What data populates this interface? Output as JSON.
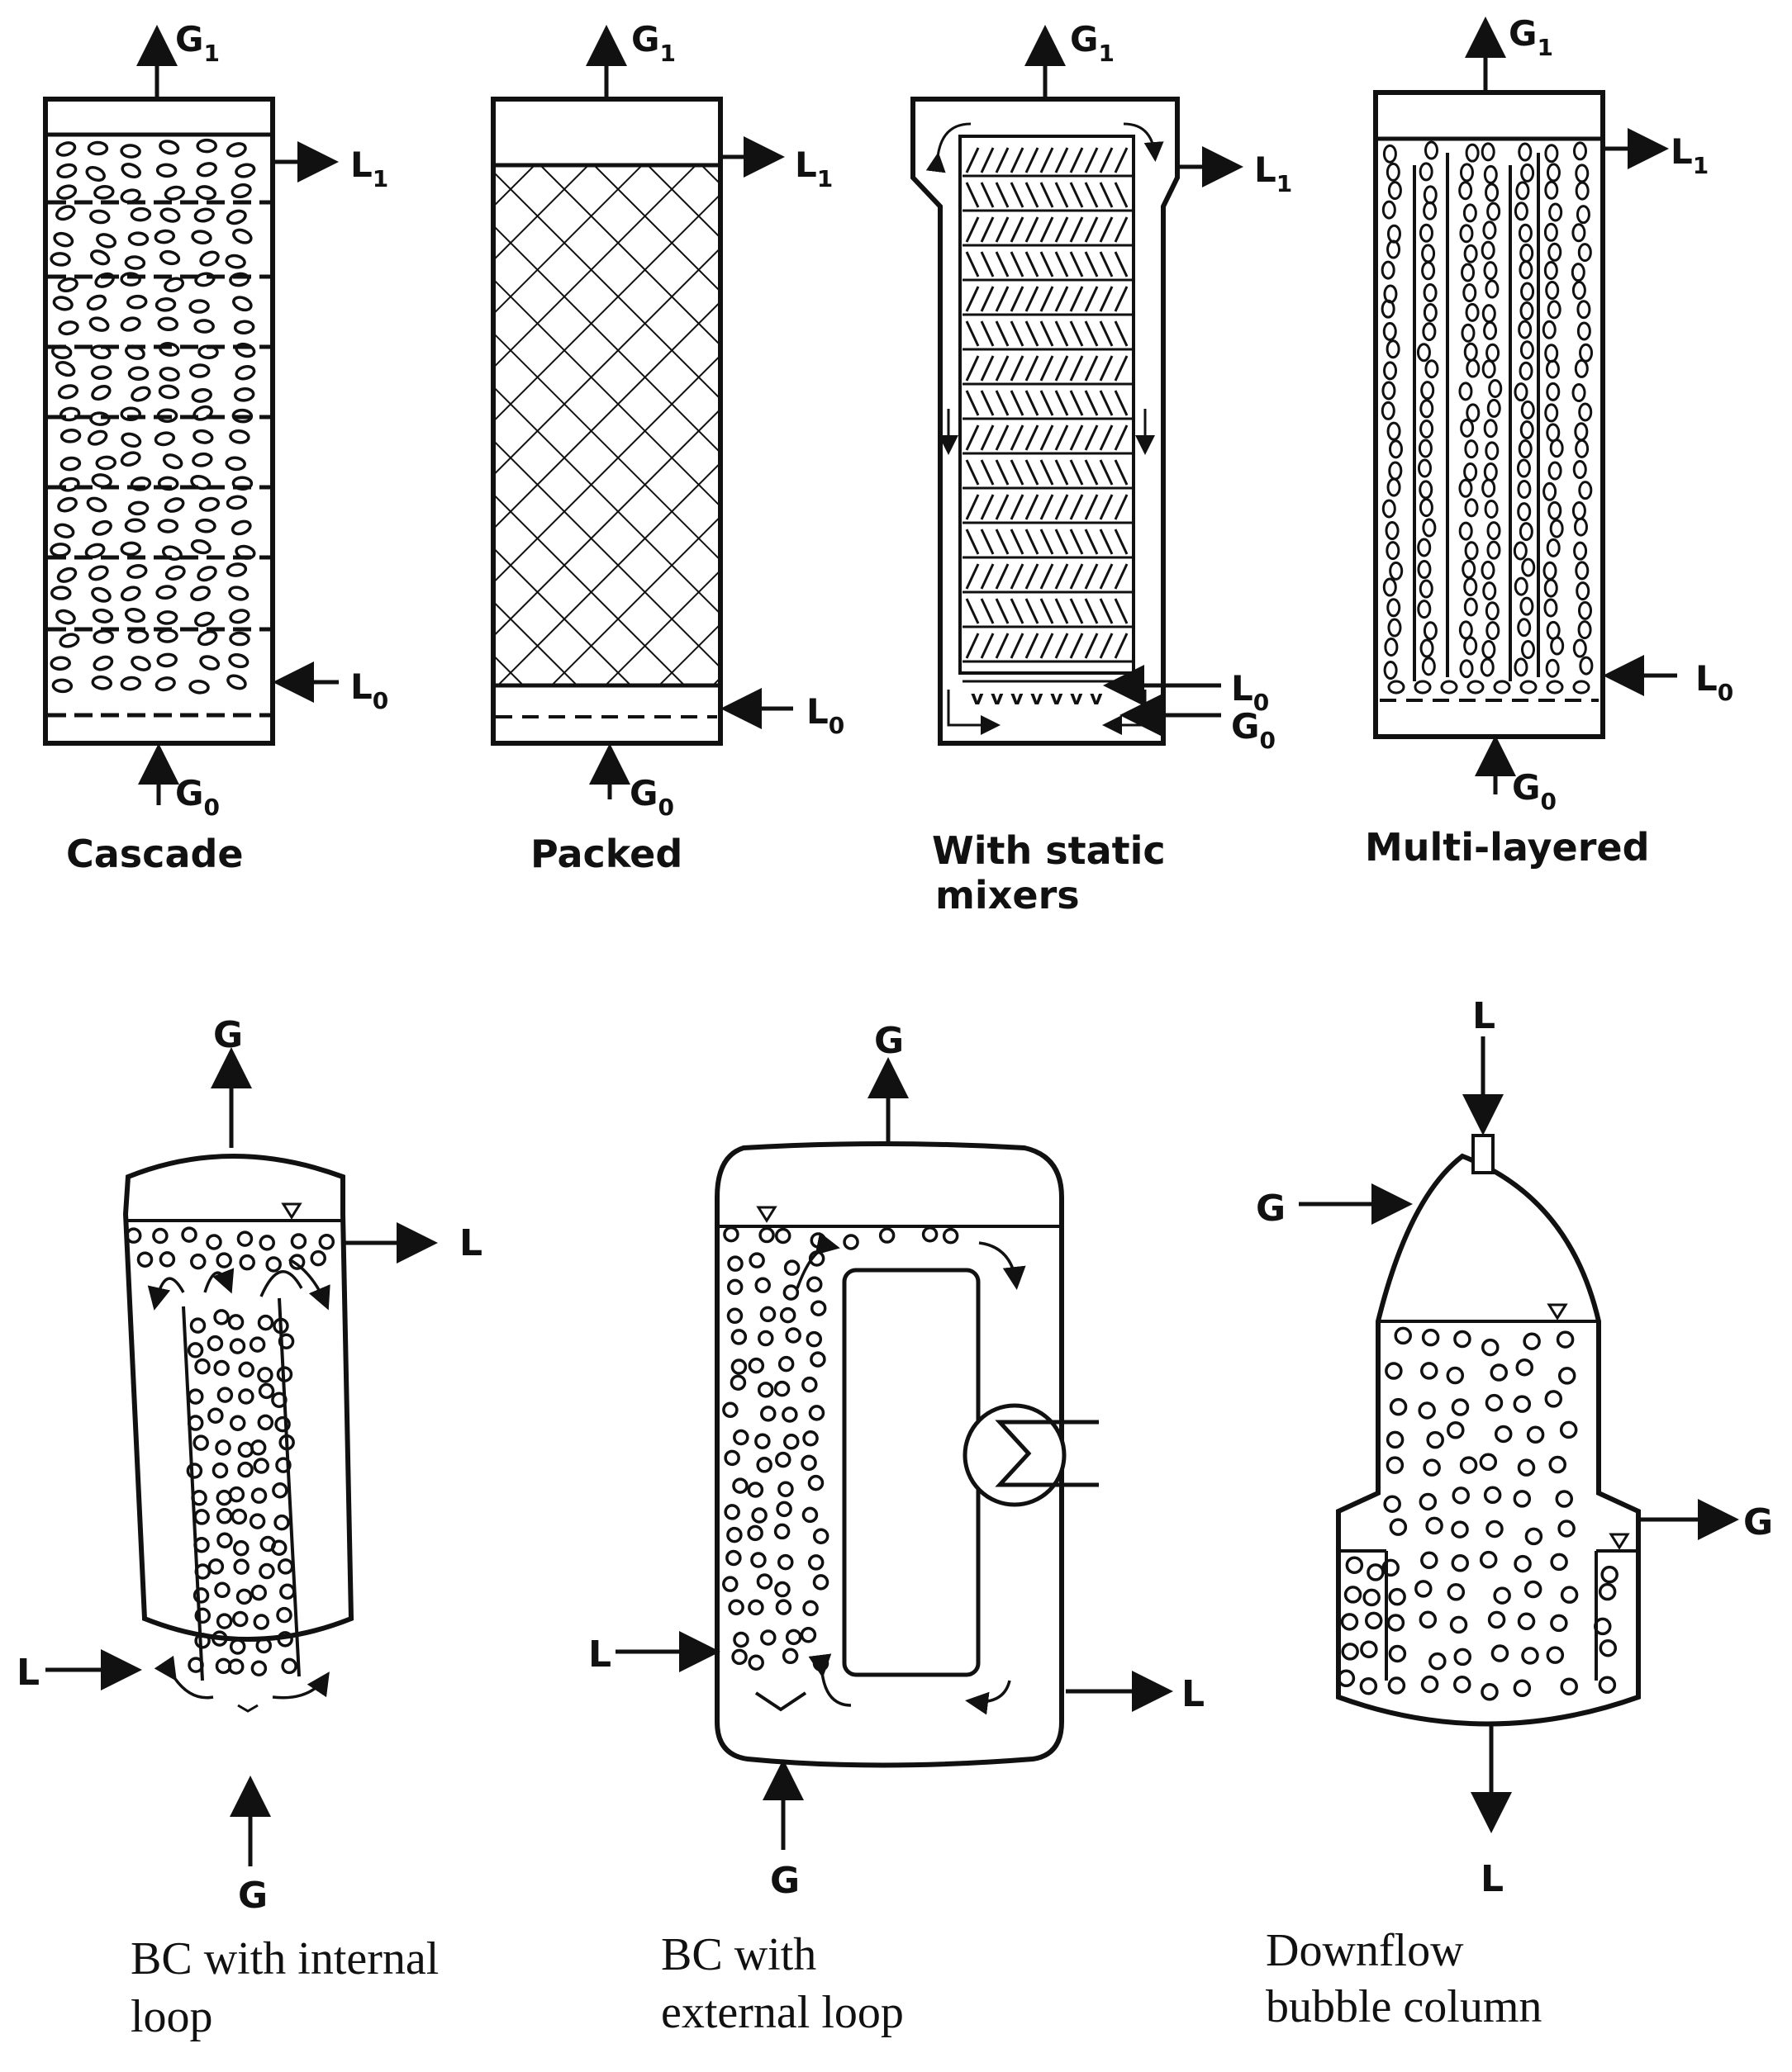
{
  "diagrams": [
    {
      "caption": [
        "Cascade"
      ],
      "inlets": {
        "gas_out": "G",
        "gas_out_sub": "1",
        "liquid_out": "L",
        "liquid_out_sub": "1",
        "liquid_in": "L",
        "liquid_in_sub": "0",
        "gas_in": "G",
        "gas_in_sub": "0"
      }
    },
    {
      "caption": [
        "Packed"
      ],
      "inlets": {
        "gas_out": "G",
        "gas_out_sub": "1",
        "liquid_out": "L",
        "liquid_out_sub": "1",
        "liquid_in": "L",
        "liquid_in_sub": "0",
        "gas_in": "G",
        "gas_in_sub": "0"
      }
    },
    {
      "caption": [
        "With static",
        "mixers"
      ],
      "inlets": {
        "gas_out": "G",
        "gas_out_sub": "1",
        "liquid_out": "L",
        "liquid_out_sub": "1",
        "liquid_in": "L",
        "liquid_in_sub": "0",
        "gas_in": "G",
        "gas_in_sub": "0"
      }
    },
    {
      "caption": [
        "Multi-layered"
      ],
      "inlets": {
        "gas_out": "G",
        "gas_out_sub": "1",
        "liquid_out": "L",
        "liquid_out_sub": "1",
        "liquid_in": "L",
        "liquid_in_sub": "0",
        "gas_in": "G",
        "gas_in_sub": "0"
      }
    },
    {
      "caption": [
        "BC with internal",
        "loop"
      ],
      "flows": {
        "top": "G",
        "right": "L",
        "left": "L",
        "bottom": "G"
      }
    },
    {
      "caption": [
        "BC with",
        "external loop"
      ],
      "flows": {
        "top": "G",
        "left": "L",
        "right": "L",
        "bottom": "G"
      }
    },
    {
      "caption": [
        "Downflow",
        "bubble column"
      ],
      "flows": {
        "top": "L",
        "left": "G",
        "right": "G",
        "bottom": "L"
      }
    }
  ]
}
